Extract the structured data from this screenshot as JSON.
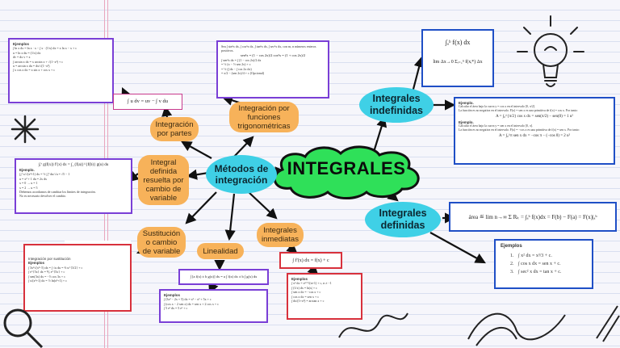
{
  "main": {
    "title": "INTEGRALES"
  },
  "hubs": {
    "metodos": "Métodos de integración",
    "indefinidas": "Integrales indefinidas",
    "definidas": "Integrales definidas"
  },
  "methods": {
    "partes": "Integración por partes",
    "trig": "Integración por funciones trigonométricas",
    "resuelta": "Integral definida resuelta por cambio de variable",
    "sustitucion": "Sustitución o cambio de variable",
    "linealidad": "Linealidad",
    "inmediatas": "Integrales inmediatas"
  },
  "cards": {
    "partes_formula": "∫ u dv = uv − ∫ v du",
    "ejemplos": "Ejemplos",
    "ejemplo": "Ejemplo.",
    "partes_lines": [
      "∫ ln x dx = ln x · x − ∫ x · (1/x) dx = x ln x − x + c",
      "u = ln x   du = (1/x) dx",
      "dv = dx   v = x",
      "∫ arcsin x dx = x arcsin x + √(1−x²) + c",
      "u = arcsin x   du = dx/√(1−x²)",
      "∫ x cos x dx = x sin x + cos x + c"
    ],
    "trig_header": "Sea ∫ sinⁿx dx, ∫ cosⁿx dx, ∫ tanⁿx dx, ∫ secⁿx dx, con m, n números enteros positivos.",
    "trig_lines": [
      "sen²x = (1 − cos 2x)/2    cos²x = (1 + cos 2x)/2",
      "∫ sen²x dx = ∫ (1 − cos 2x)/2 dx",
      "= ½ (x − ½ sen 2x) + c",
      "= ½ (∫ dx − ∫ cos 2x dx)",
      "= x/2 − (sen 2x)/4 + c (Opcional)"
    ],
    "resuelta_formula": "∫ₐᵇ g(f(x)) f′(x) dx = ∫_{f(a)}^{f(b)} g(u) du",
    "resuelta_lines": [
      "∫₀² x/√(x²+1) dx = ½ ∫₁⁵ du/√u = √5 − 1",
      "u = x² + 1   du = 2x dx",
      "x = 0 → u = 1",
      "x = 2 → u = 5"
    ],
    "resuelta_notes": [
      "Debemos acordarnos de cambiar los límites de integración.",
      "No es necesario devolver el cambio."
    ],
    "sustitucion_formula": "∫ f(g(x)) g′(x) dx = ∫ f(u) du",
    "sustitucion_title": "Integración por sustitución",
    "sustitucion_lines": [
      "∫ 3x²√(x³−5) dx = ∫ √u du = ⅔ u^{3/2} + c",
      "∫ e^{5x} dx = ⅕ e^{5x} + c",
      "∫ sen(3x) dx = −⅓ cos 3x + c",
      "∫ x/(x²+1) dx = ½ ln(x²+1) + c"
    ],
    "linealidad_formula": "∫ [a f(x) ± b g(x)] dx = a ∫ f(x) dx ± b ∫ g(x) dx",
    "linealidad_lines": [
      "∫ (3x² − 2x + 5) dx = x³ − x² + 5x + c",
      "∫ (cos x − 2 sen x) dx = sen x + 2 cos x + c",
      "∫ 5 eˣ dx = 5 eˣ + c"
    ],
    "inmediatas_formula": "∫ f′(x) dx = f(x) + c",
    "inmediatas_lines": [
      "∫ xⁿ dx = xⁿ⁺¹/(n+1) + c, n ≠ −1",
      "∫ (1/x) dx = ln|x| + c",
      "∫ sen x dx = −cos x + c",
      "∫ cos x dx = sen x + c",
      "∫ dx/(1+x²) = arctan x + c"
    ],
    "indef_formula1": "∫ₐᵇ f(x) dx",
    "indef_formula2": "lim Δx→0 Σᵢ₌₁ⁿ f(xᵢ*) Δx",
    "indef_example_lines": [
      "Calcular el área bajo la curva y = cos x en el intervalo [0, π/2].",
      "La función es no negativa en el intervalo. F(x) = sen x es una primitiva de f(x) = cos x. Por tanto:",
      "A = ∫₀^{π/2} cos x dx = sen(π/2) − sen(0) = 1 u²"
    ],
    "indef_example2": [
      "Calcular el área bajo la curva y = sen x en el intervalo [0, π].",
      "La función es no negativa en el intervalo. F(x) = −cos x es una primitiva de f(x) = sen x. Por tanto:",
      "A = ∫₀^π sen x dx = −cos π − (−cos 0) = 2 u²"
    ],
    "def_formula": "área ≝ lim n→∞ Σ Rₖ = ∫ₐᵇ f(x)dx = F(b) − F(a) = F(x)|ₐᵇ",
    "def_examples": [
      "∫ x² dx = x³/3 + c.",
      "∫ cos x dx = sen x + c.",
      "∫ sec² x dx = tan x + c."
    ]
  }
}
